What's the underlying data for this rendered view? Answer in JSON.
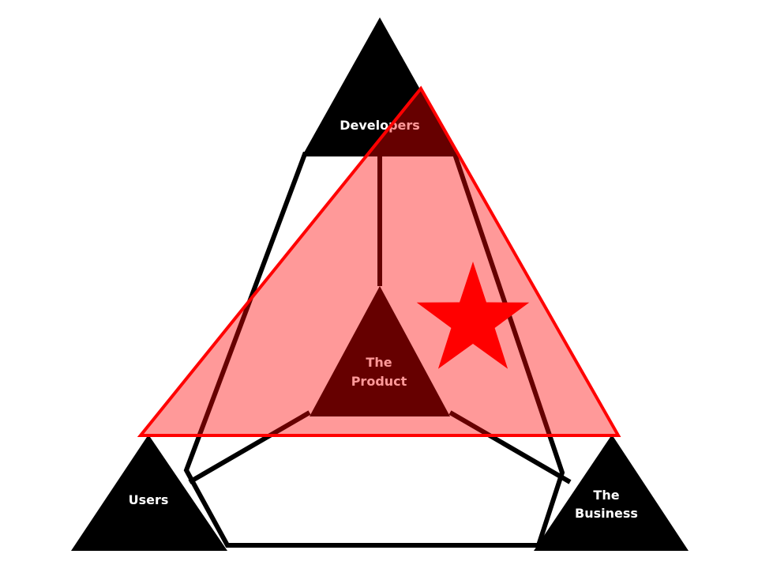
{
  "diagram": {
    "nodes": {
      "top": {
        "label": "Developers"
      },
      "left": {
        "label": "Users"
      },
      "right": {
        "lines": [
          "The",
          "Business"
        ]
      },
      "center": {
        "lines": [
          "The",
          "Product"
        ]
      }
    },
    "colors": {
      "vertex_fill": "#000000",
      "outline": "#000000",
      "background": "#ffffff",
      "overlay_fill": "#ff0000",
      "overlay_opacity": 0.4,
      "overlay_stroke": "#ff0000",
      "star_fill": "#ff0000",
      "label_color": "#ffffff"
    }
  }
}
